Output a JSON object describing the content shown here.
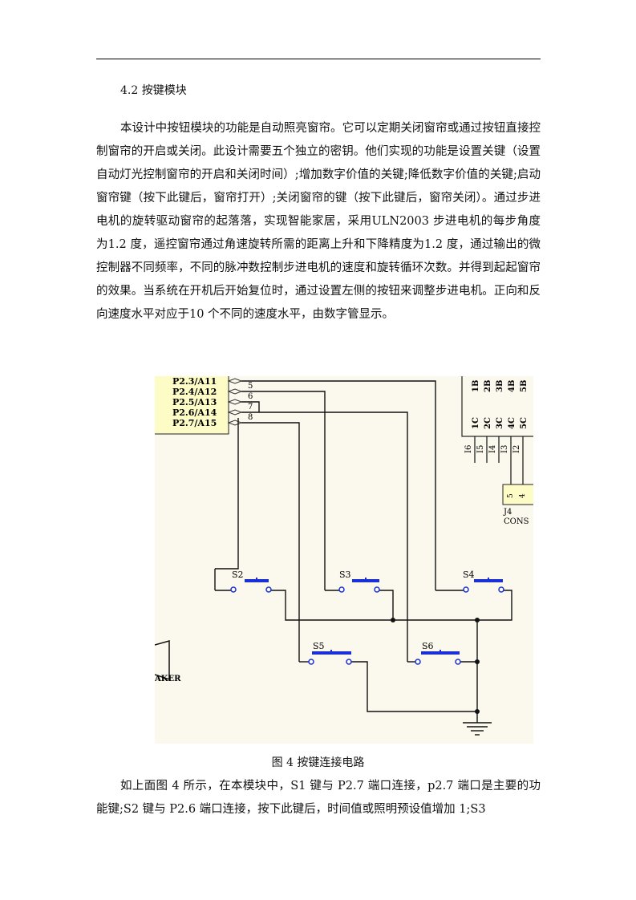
{
  "section": {
    "heading": "4.2 按键模块"
  },
  "paragraphs": [
    "本设计中按钮模块的功能是自动照亮窗帘。它可以定期关闭窗帘或通过按钮直接控制窗帘的开启或关闭。此设计需要五个独立的密钥。他们实现的功能是设置关键（设置自动灯光控制窗帘的开启和关闭时间）;增加数字价值的关键;降低数字价值的关键;启动窗帘键（按下此键后，窗帘打开）;关闭窗帘的键（按下此键后，窗帘关闭）。通过步进电机的旋转驱动窗帘的起落落，实现智能家居，采用ULN2003 步进电机的每步角度为1.2 度，遥控窗帘通过角速旋转所需的距离上升和下降精度为1.2 度，通过输出的微控制器不同频率，不同的脉冲数控制步进电机的速度和旋转循环次数。并得到起起窗帘的效果。当系统在开机后开始复位时，通过设置左侧的按钮来调整步进电机。正向和反向速度水平对应于10 个不同的速度水平，由数字管显示。",
    "如上面图 4 所示，在本模块中，S1 键与 P2.7 端口连接，p2.7 端口是主要的功能键;S2 键与 P2.6 端口连接，按下此键后，时间值或照明预设值增加 1;S3"
  ],
  "figure": {
    "caption": "图 4  按键连接电路",
    "pins": [
      "P2.3/A11",
      "P2.4/A12",
      "P2.5/A13",
      "P2.6/A14",
      "P2.7/A15"
    ],
    "pin_numbers": [
      "5",
      "6",
      "7",
      "8"
    ],
    "chip_top_labels": [
      "1B",
      "2B",
      "3B",
      "4B",
      "5B"
    ],
    "chip_bottom_labels": [
      "1C",
      "2C",
      "3C",
      "4C",
      "5C"
    ],
    "input_labels": [
      "I6",
      "I5",
      "I4",
      "I3",
      "I2"
    ],
    "connector_pins": [
      "5",
      "4"
    ],
    "connector_ref": "J4",
    "connector_name": "CONS",
    "switches": [
      "S2",
      "S3",
      "S4",
      "S5",
      "S6"
    ],
    "speaker_label": "AKER"
  }
}
